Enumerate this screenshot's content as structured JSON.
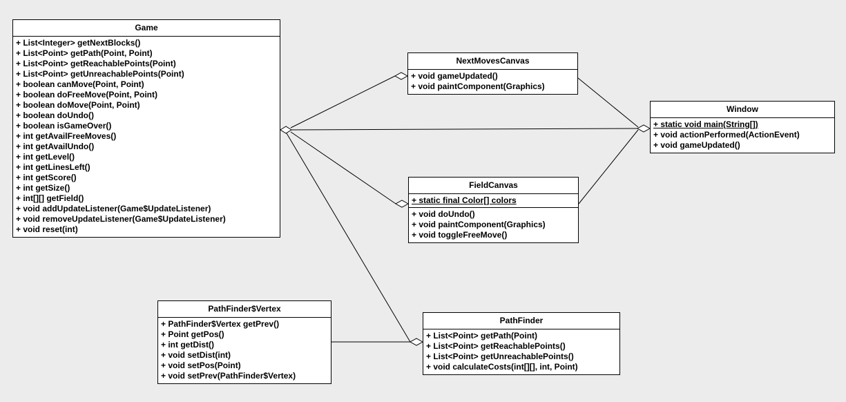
{
  "diagram": {
    "type": "uml-class-diagram",
    "background_color": "#ececec",
    "box_fill_color": "#ffffff",
    "line_color": "#000000"
  },
  "classes": [
    {
      "name": "Game",
      "attributes": [],
      "methods": [
        "+ List<Integer> getNextBlocks()",
        "+ List<Point> getPath(Point, Point)",
        "+ List<Point> getReachablePoints(Point)",
        "+ List<Point> getUnreachablePoints(Point)",
        "+ boolean canMove(Point, Point)",
        "+ boolean doFreeMove(Point, Point)",
        "+ boolean doMove(Point, Point)",
        "+ boolean doUndo()",
        "+ boolean isGameOver()",
        "+ int getAvailFreeMoves()",
        "+ int getAvailUndo()",
        "+ int getLevel()",
        "+ int getLinesLeft()",
        "+ int getScore()",
        "+ int getSize()",
        "+ int[][] getField()",
        "+ void addUpdateListener(Game$UpdateListener)",
        "+ void removeUpdateListener(Game$UpdateListener)",
        "+ void reset(int)"
      ]
    },
    {
      "name": "NextMovesCanvas",
      "attributes": [],
      "methods": [
        "+ void gameUpdated()",
        "+ void paintComponent(Graphics)"
      ]
    },
    {
      "name": "Window",
      "attributes": [],
      "methods": [
        "+ static void main(String[])",
        "+ void actionPerformed(ActionEvent)",
        "+ void gameUpdated()"
      ]
    },
    {
      "name": "FieldCanvas",
      "attributes": [
        "+ static final Color[] colors"
      ],
      "methods": [
        "+ void doUndo()",
        "+ void paintComponent(Graphics)",
        "+ void toggleFreeMove()"
      ]
    },
    {
      "name": "PathFinder$Vertex",
      "attributes": [],
      "methods": [
        "+ PathFinder$Vertex getPrev()",
        "+ Point getPos()",
        "+ int getDist()",
        "+ void setDist(int)",
        "+ void setPos(Point)",
        "+ void setPrev(PathFinder$Vertex)"
      ]
    },
    {
      "name": "PathFinder",
      "attributes": [],
      "methods": [
        "+ List<Point> getPath(Point)",
        "+ List<Point> getReachablePoints()",
        "+ List<Point> getUnreachablePoints()",
        "+ void calculateCosts(int[][], int, Point)"
      ]
    }
  ],
  "relations": [
    {
      "whole": "NextMovesCanvas",
      "part": "Game",
      "type": "aggregation"
    },
    {
      "whole": "Window",
      "part": "Game",
      "type": "aggregation"
    },
    {
      "whole": "FieldCanvas",
      "part": "Game",
      "type": "aggregation"
    },
    {
      "whole": "Window",
      "part": "NextMovesCanvas",
      "type": "aggregation"
    },
    {
      "whole": "Window",
      "part": "FieldCanvas",
      "type": "aggregation"
    },
    {
      "whole": "Game",
      "part": "PathFinder",
      "type": "aggregation"
    },
    {
      "whole": "PathFinder",
      "part": "PathFinder$Vertex",
      "type": "aggregation"
    }
  ]
}
